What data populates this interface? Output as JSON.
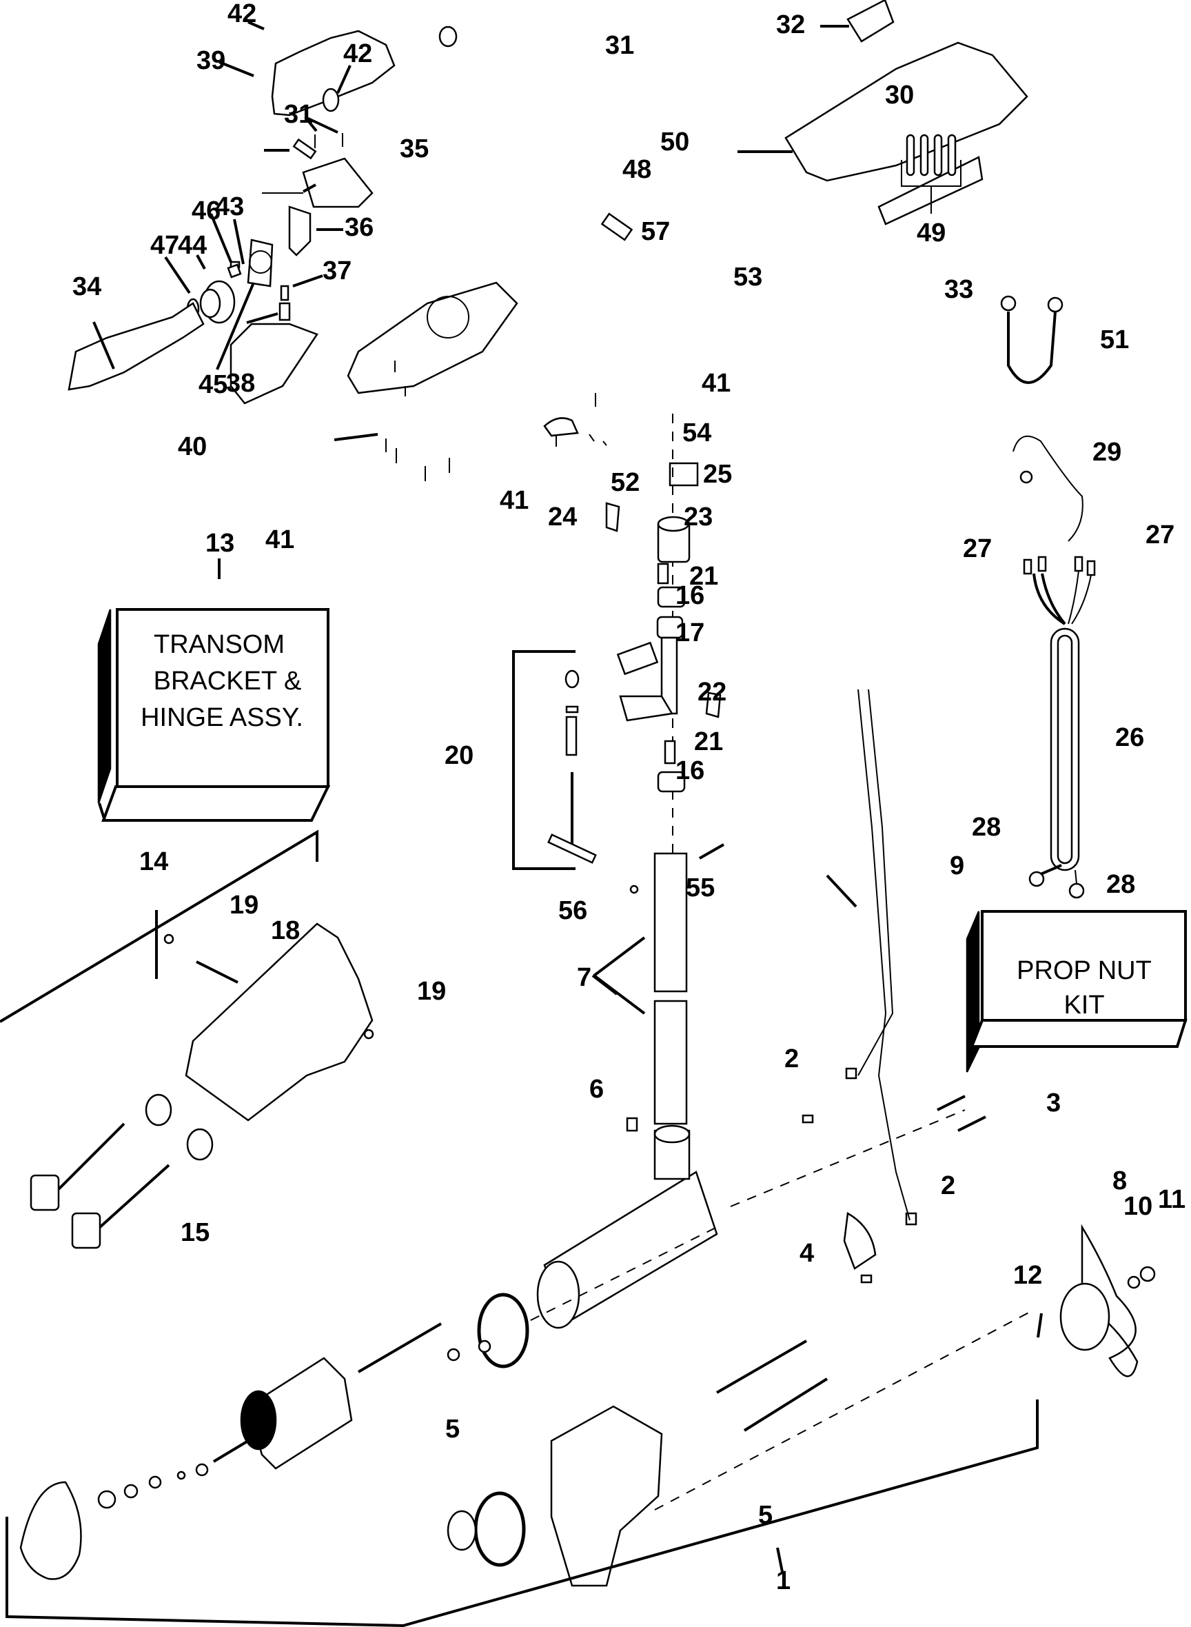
{
  "title": "Trolling motor exploded parts diagram",
  "boxes": {
    "transom": {
      "ref": "13",
      "lines": [
        "TRANSOM",
        "BRACKET &",
        "HINGE ASSY."
      ]
    },
    "prop_nut": {
      "ref": "9",
      "lines": [
        "PROP NUT",
        "KIT"
      ]
    }
  },
  "callouts": {
    "c42a": "42",
    "c42b": "42",
    "c39": "39",
    "c31a": "31",
    "c31b": "31",
    "c50": "50",
    "c35": "35",
    "c48": "48",
    "c57": "57",
    "c36": "36",
    "c46": "46",
    "c43": "43",
    "c47": "47",
    "c44": "44",
    "c34": "34",
    "c45": "45",
    "c38": "38",
    "c37": "37",
    "c53": "53",
    "c40": "40",
    "c41a": "41",
    "c41b": "41",
    "c41c": "41",
    "c54": "54",
    "c52": "52",
    "c25": "25",
    "c24": "24",
    "c23": "23",
    "c21a": "21",
    "c16a": "16",
    "c17": "17",
    "c22": "22",
    "c21b": "21",
    "c16b": "16",
    "c20": "20",
    "c55": "55",
    "c56": "56",
    "c7": "7",
    "c14": "14",
    "c19a": "19",
    "c18": "18",
    "c19b": "19",
    "c15": "15",
    "c6": "6",
    "c2a": "2",
    "c2b": "2",
    "c3": "3",
    "c4": "4",
    "c8": "8",
    "c10": "10",
    "c11": "11",
    "c12": "12",
    "c5a": "5",
    "c5b": "5",
    "c1": "1",
    "c32": "32",
    "c30": "30",
    "c33": "33",
    "c49": "49",
    "c51": "51",
    "c29": "29",
    "c27a": "27",
    "c27b": "27",
    "c26": "26",
    "c28a": "28",
    "c28b": "28",
    "c9": "9",
    "c13": "13"
  }
}
